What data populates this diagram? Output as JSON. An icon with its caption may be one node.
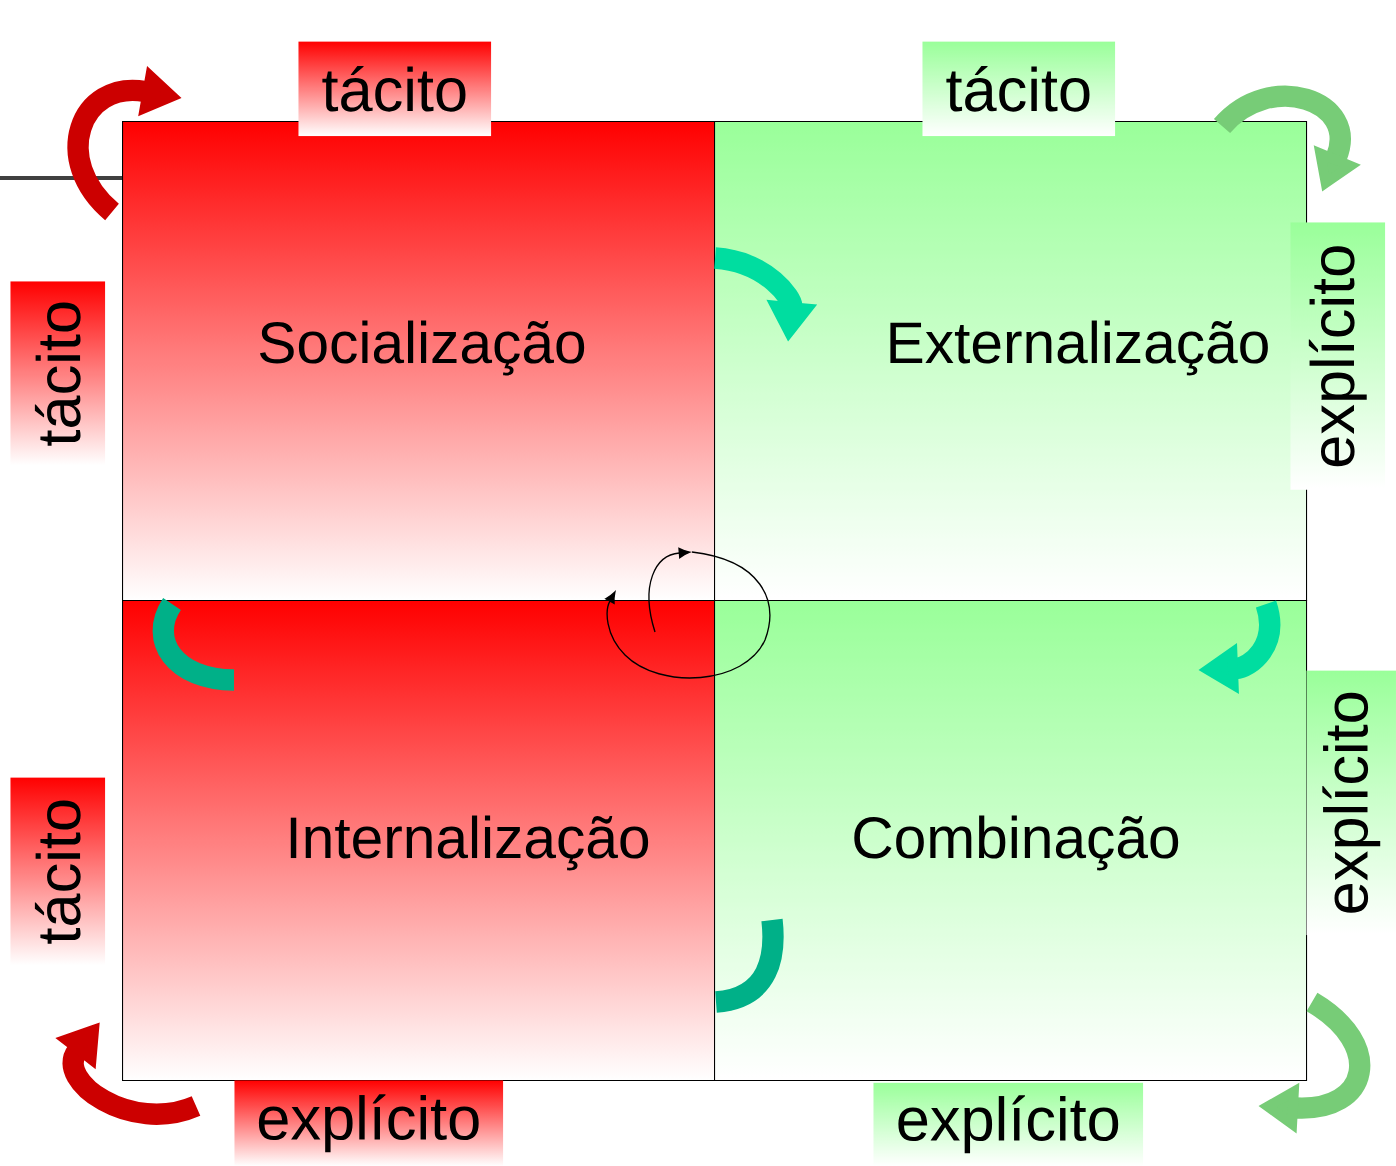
{
  "diagram": {
    "nodes": [
      {
        "text": [
          "tácito"
        ]
      },
      {
        "text": [
          "tácito"
        ]
      },
      {
        "text": [
          "tácito"
        ]
      },
      {
        "text": [
          "Socialização"
        ]
      },
      {
        "text": [
          "Externalização"
        ]
      },
      {
        "text": [
          "explícito"
        ]
      },
      {
        "text": [
          "tácito"
        ]
      },
      {
        "text": [
          "Internalização"
        ]
      },
      {
        "text": [
          "Combinação"
        ]
      },
      {
        "text": [
          "explícito"
        ]
      },
      {
        "text": [
          "explícito"
        ]
      },
      {
        "text": [
          "explícito"
        ]
      }
    ],
    "edges": [
      {
        "from": 3,
        "to": 4,
        "arrow": "to"
      }
    ]
  }
}
